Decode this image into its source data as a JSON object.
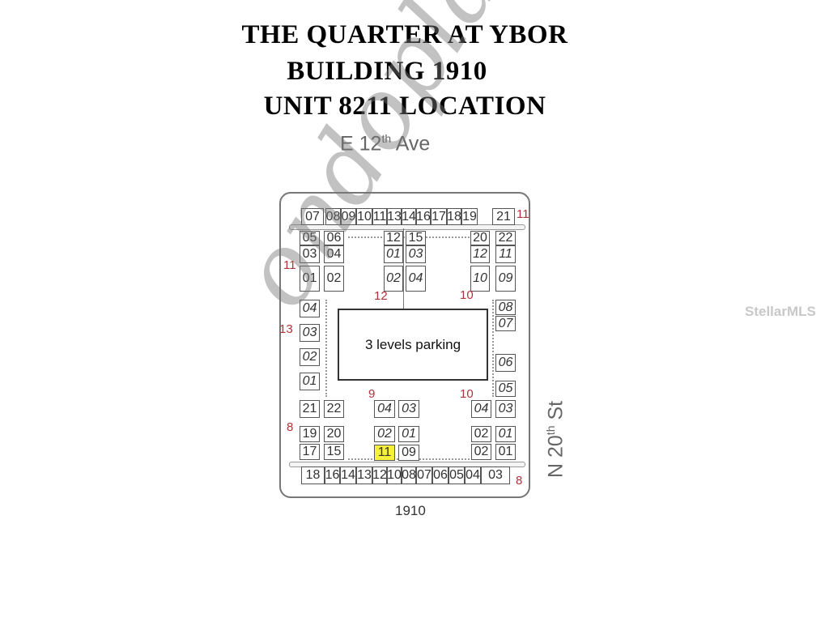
{
  "title": {
    "line1": "THE QUARTER AT YBOR",
    "line2": "BUILDING 1910",
    "line3": "UNIT 8211 LOCATION"
  },
  "streets": {
    "north": {
      "name": "E 12",
      "suffix": "th",
      "type": "Ave"
    },
    "east": {
      "name": "N 20",
      "suffix": "th",
      "type": "St"
    }
  },
  "building_label": "1910",
  "parking_label": "3 levels parking",
  "highlight_color": "#f7f03a",
  "highlighted_unit": "11",
  "watermark": "Condoplans",
  "mls_watermark": "StellarMLS",
  "floor_markers": [
    "11",
    "11",
    "12",
    "10",
    "13",
    "9",
    "10",
    "8",
    "8"
  ],
  "units": {
    "top_row": [
      "07",
      "08",
      "09",
      "10",
      "11",
      "13",
      "14",
      "16",
      "17",
      "18",
      "19",
      "21"
    ],
    "upper_left_outer": [
      "05",
      "03",
      "01"
    ],
    "upper_left_inner": [
      "06",
      "04",
      "02"
    ],
    "upper_center_left": [
      "12",
      "01",
      "02"
    ],
    "upper_center_right": [
      "15",
      "03",
      "04"
    ],
    "upper_right_inner": [
      "20",
      "12",
      "10"
    ],
    "upper_right_outer": [
      "22",
      "11",
      "09"
    ],
    "west_column": [
      "04",
      "03",
      "02",
      "01"
    ],
    "east_column": [
      "08",
      "07",
      "06",
      "05"
    ],
    "lower_left_outer": [
      "21",
      "19",
      "17"
    ],
    "lower_left_inner": [
      "22",
      "20",
      "15"
    ],
    "lower_center_left": [
      "04",
      "02",
      "11"
    ],
    "lower_center_right": [
      "03",
      "01",
      "09"
    ],
    "lower_right_inner": [
      "04",
      "02",
      "02"
    ],
    "lower_right_outer": [
      "03",
      "01",
      "01"
    ],
    "bottom_row": [
      "18",
      "16",
      "14",
      "13",
      "12",
      "10",
      "08",
      "07",
      "06",
      "05",
      "04",
      "03"
    ]
  }
}
